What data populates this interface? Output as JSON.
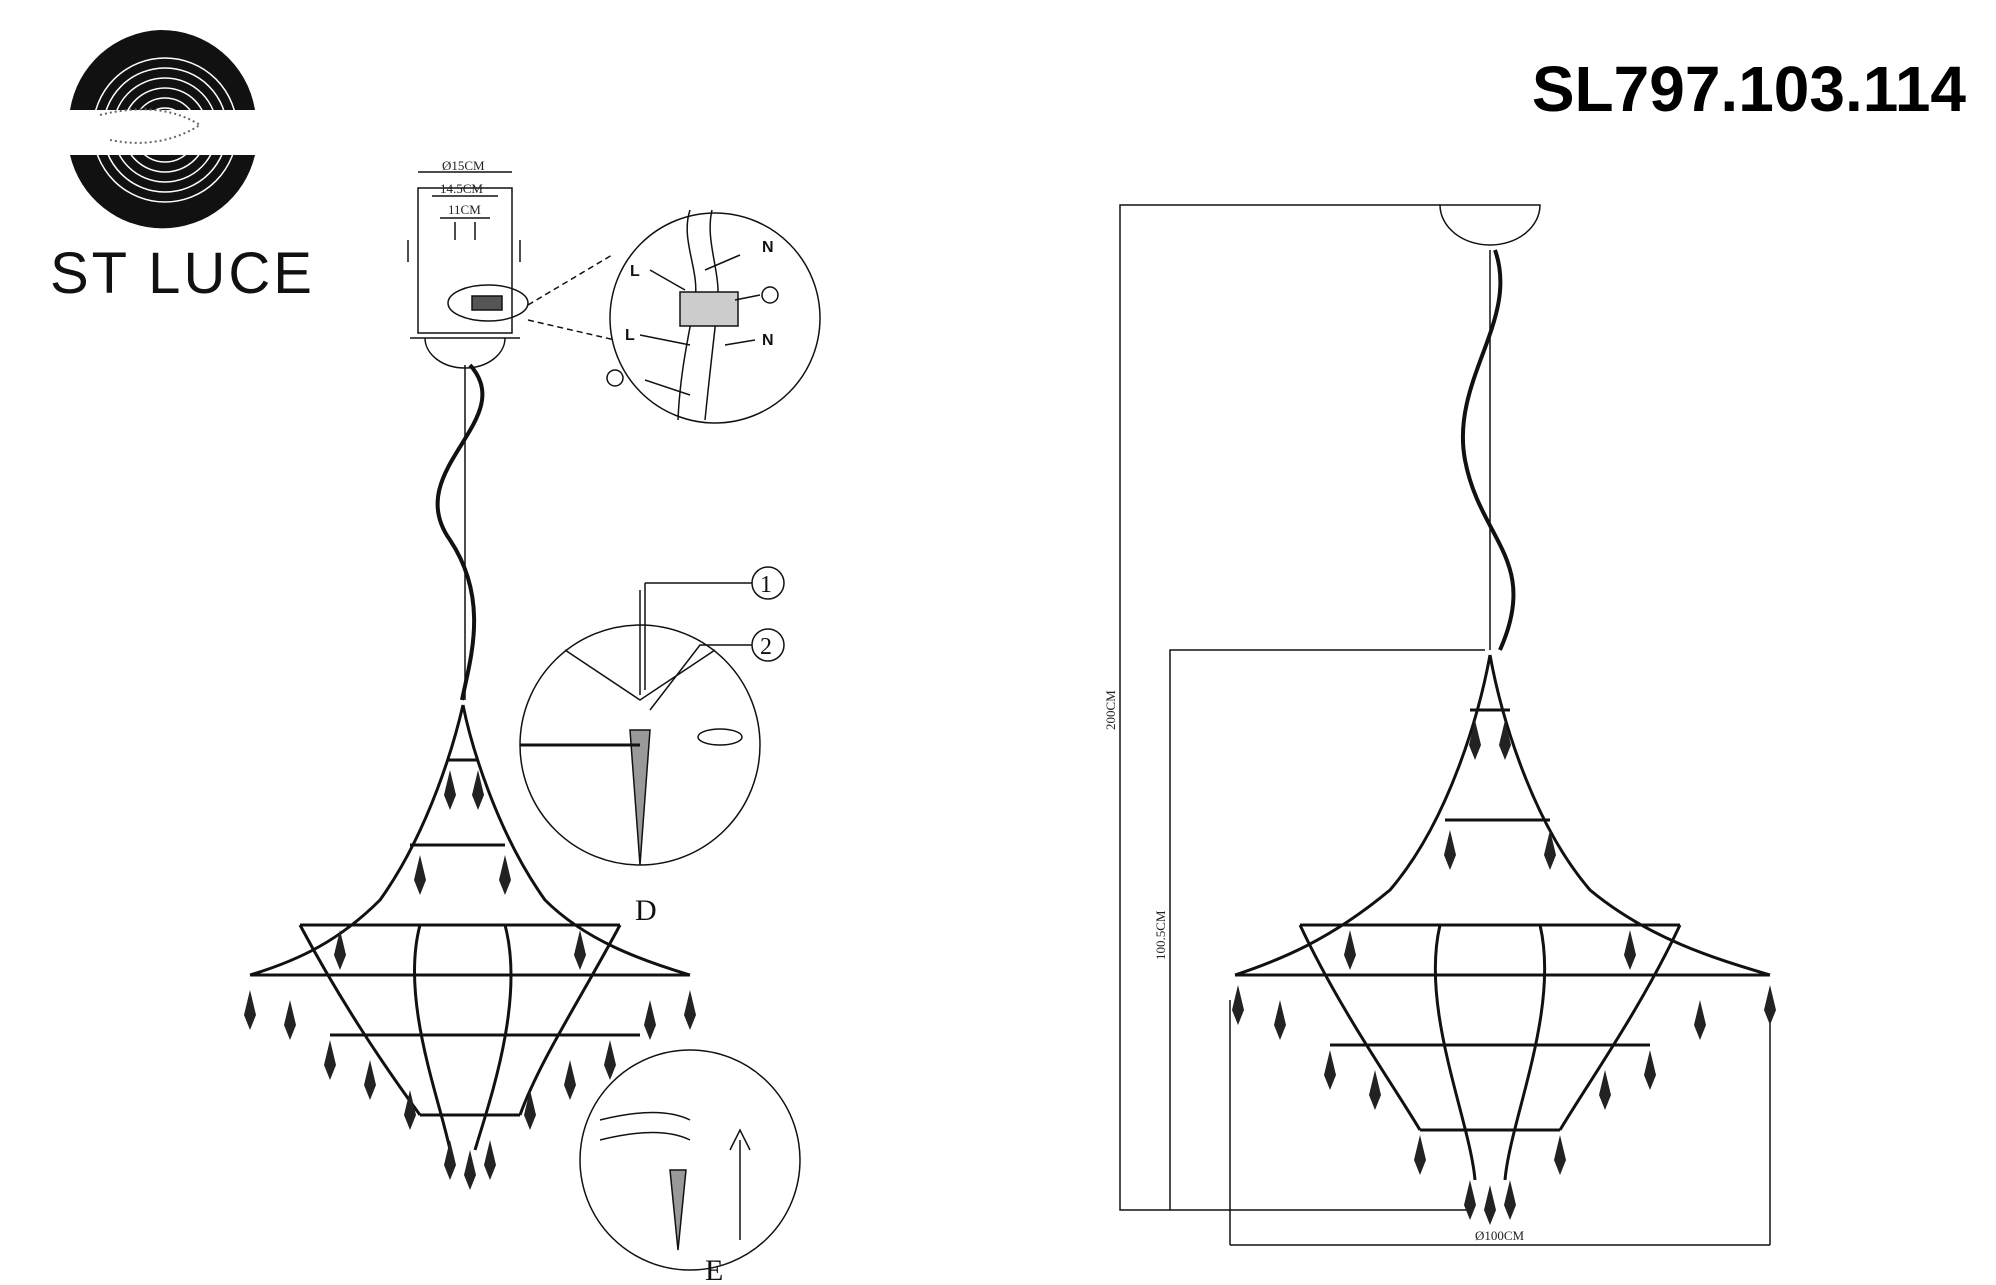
{
  "brand": {
    "name": "ST LUCE"
  },
  "model_number": "SL797.103.114",
  "canopy_dims": {
    "outer": "Ø15CM",
    "middle": "14.5CM",
    "inner": "11CM"
  },
  "wiring": {
    "live": "L",
    "neutral": "N"
  },
  "callouts": {
    "one": "1",
    "two": "2"
  },
  "details": {
    "d": "D",
    "e": "E"
  },
  "side_view_dims": {
    "total_height": "200CM",
    "body_height": "100.5CM",
    "diameter": "Ø100CM"
  }
}
